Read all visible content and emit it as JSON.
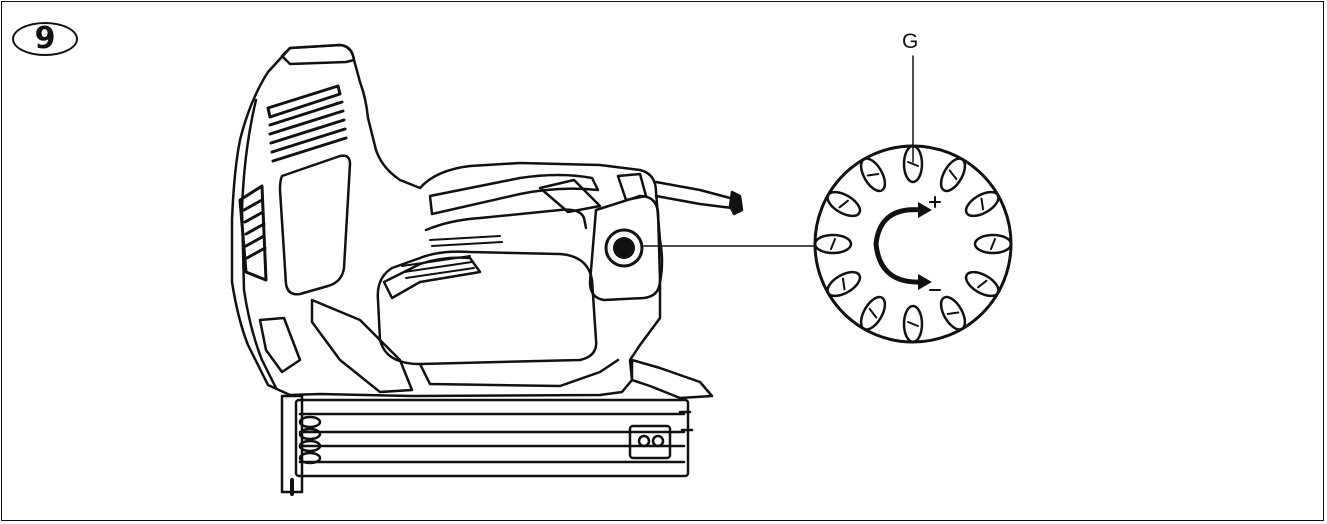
{
  "figure": {
    "step_number": "9",
    "callout_label": "G",
    "subject": "nail-gun",
    "detail_view": "depth-adjustment-dial",
    "line_color": "#111111",
    "background_color": "#ffffff"
  }
}
